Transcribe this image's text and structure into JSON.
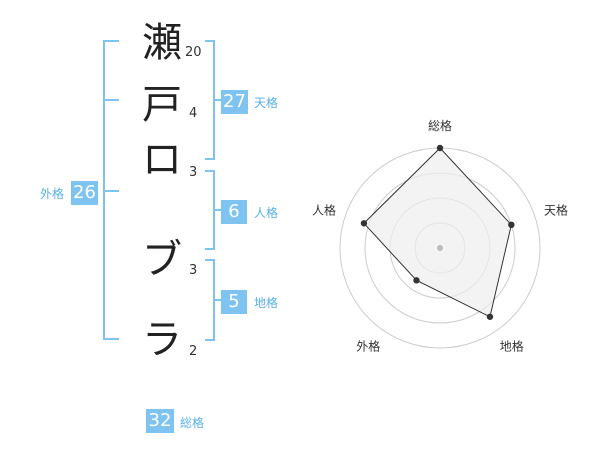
{
  "name": {
    "chars": [
      {
        "char": "瀬",
        "strokes": "20"
      },
      {
        "char": "戸",
        "strokes": "4"
      },
      {
        "char": "ロ",
        "strokes": "3"
      },
      {
        "char": "ブ",
        "strokes": "3"
      },
      {
        "char": "ラ",
        "strokes": "2"
      }
    ]
  },
  "kakusu": {
    "tenkaku": {
      "label": "天格",
      "value": "27"
    },
    "jinkaku": {
      "label": "人格",
      "value": "6"
    },
    "chikaku": {
      "label": "地格",
      "value": "5"
    },
    "gaikaku": {
      "label": "外格",
      "value": "26"
    },
    "soukaku": {
      "label": "総格",
      "value": "32"
    }
  },
  "chart_data": {
    "type": "radar",
    "axes": [
      "総格",
      "天格",
      "地格",
      "外格",
      "人格"
    ],
    "values": [
      1.0,
      0.75,
      0.85,
      0.4,
      0.8
    ],
    "rings": 4,
    "colors": {
      "fill": "#eeeeee",
      "line": "#333333",
      "ring": "#cccccc",
      "center": "#bbbbbb"
    }
  }
}
